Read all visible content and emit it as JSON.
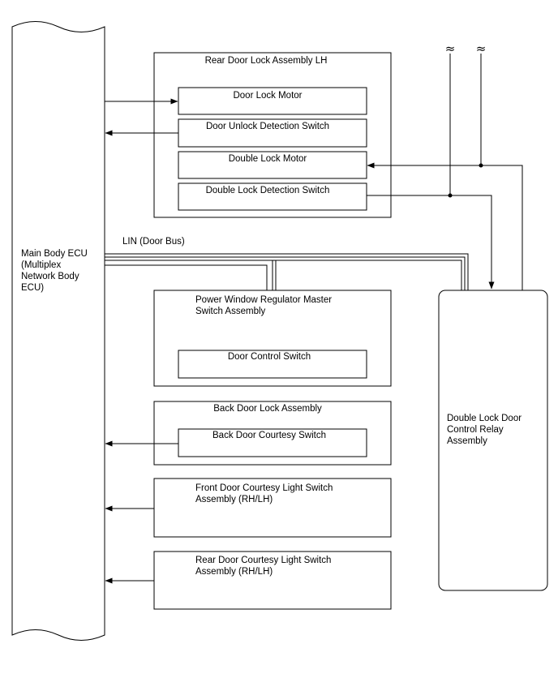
{
  "ecu": {
    "name": "Main Body ECU\n(Multiplex\nNetwork Body\nECU)"
  },
  "lin_label": "LIN (Door Bus)",
  "rear_door_lock": {
    "title": "Rear Door Lock Assembly LH",
    "items": [
      "Door Lock Motor",
      "Door Unlock Detection Switch",
      "Double Lock Motor",
      "Double Lock Detection Switch"
    ]
  },
  "power_window": {
    "title": "Power Window Regulator Master\nSwitch Assembly",
    "item": "Door Control Switch"
  },
  "back_door": {
    "title": "Back Door Lock Assembly",
    "item": "Back Door Courtesy Switch"
  },
  "front_courtesy": {
    "title": "Front Door Courtesy Light Switch\nAssembly (RH/LH)"
  },
  "rear_courtesy": {
    "title": "Rear Door Courtesy Light Switch\nAssembly (RH/LH)"
  },
  "relay": {
    "name": "Double Lock Door\nControl Relay\nAssembly"
  },
  "break_symbol": "≈"
}
